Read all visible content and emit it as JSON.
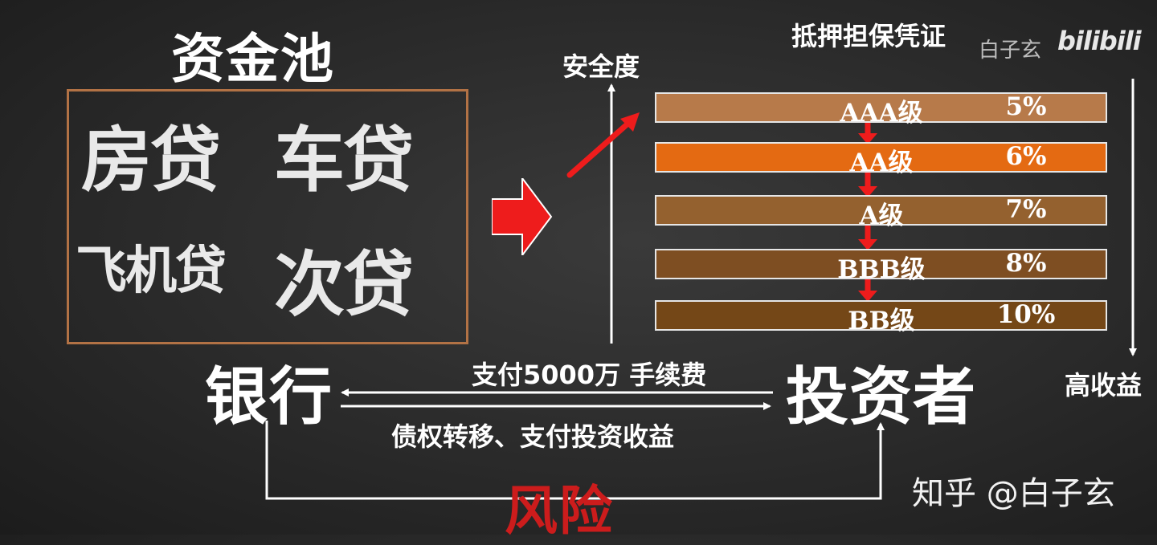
{
  "pool": {
    "title": "资金池",
    "loans": [
      "房贷",
      "车贷",
      "飞机贷",
      "次贷"
    ]
  },
  "axes": {
    "safety": "安全度",
    "collateral": "抵押担保凭证",
    "yield": "高收益"
  },
  "tranches": [
    {
      "name": "AAA级",
      "rate": "5%",
      "color": "#b77a4a"
    },
    {
      "name": "AA级",
      "rate": "6%",
      "color": "#e46a12"
    },
    {
      "name": "A级",
      "rate": "7%",
      "color": "#94612f"
    },
    {
      "name": "BBB级",
      "rate": "8%",
      "color": "#7e4e22"
    },
    {
      "name": "BB级",
      "rate": "10%",
      "color": "#744717"
    }
  ],
  "flow": {
    "bank": "银行",
    "investor": "投资者",
    "payment": "支付5000万  手续费",
    "return": "债权转移、支付投资收益",
    "risk": "风险"
  },
  "watermarks": {
    "bili_author": "白子玄",
    "bili_logo": "bilibili",
    "zhihu": "知乎 @白子玄"
  },
  "colors": {
    "arrow_red": "#ee1c1c",
    "risk_red": "#cc1c1c",
    "pool_border": "#b27245"
  }
}
